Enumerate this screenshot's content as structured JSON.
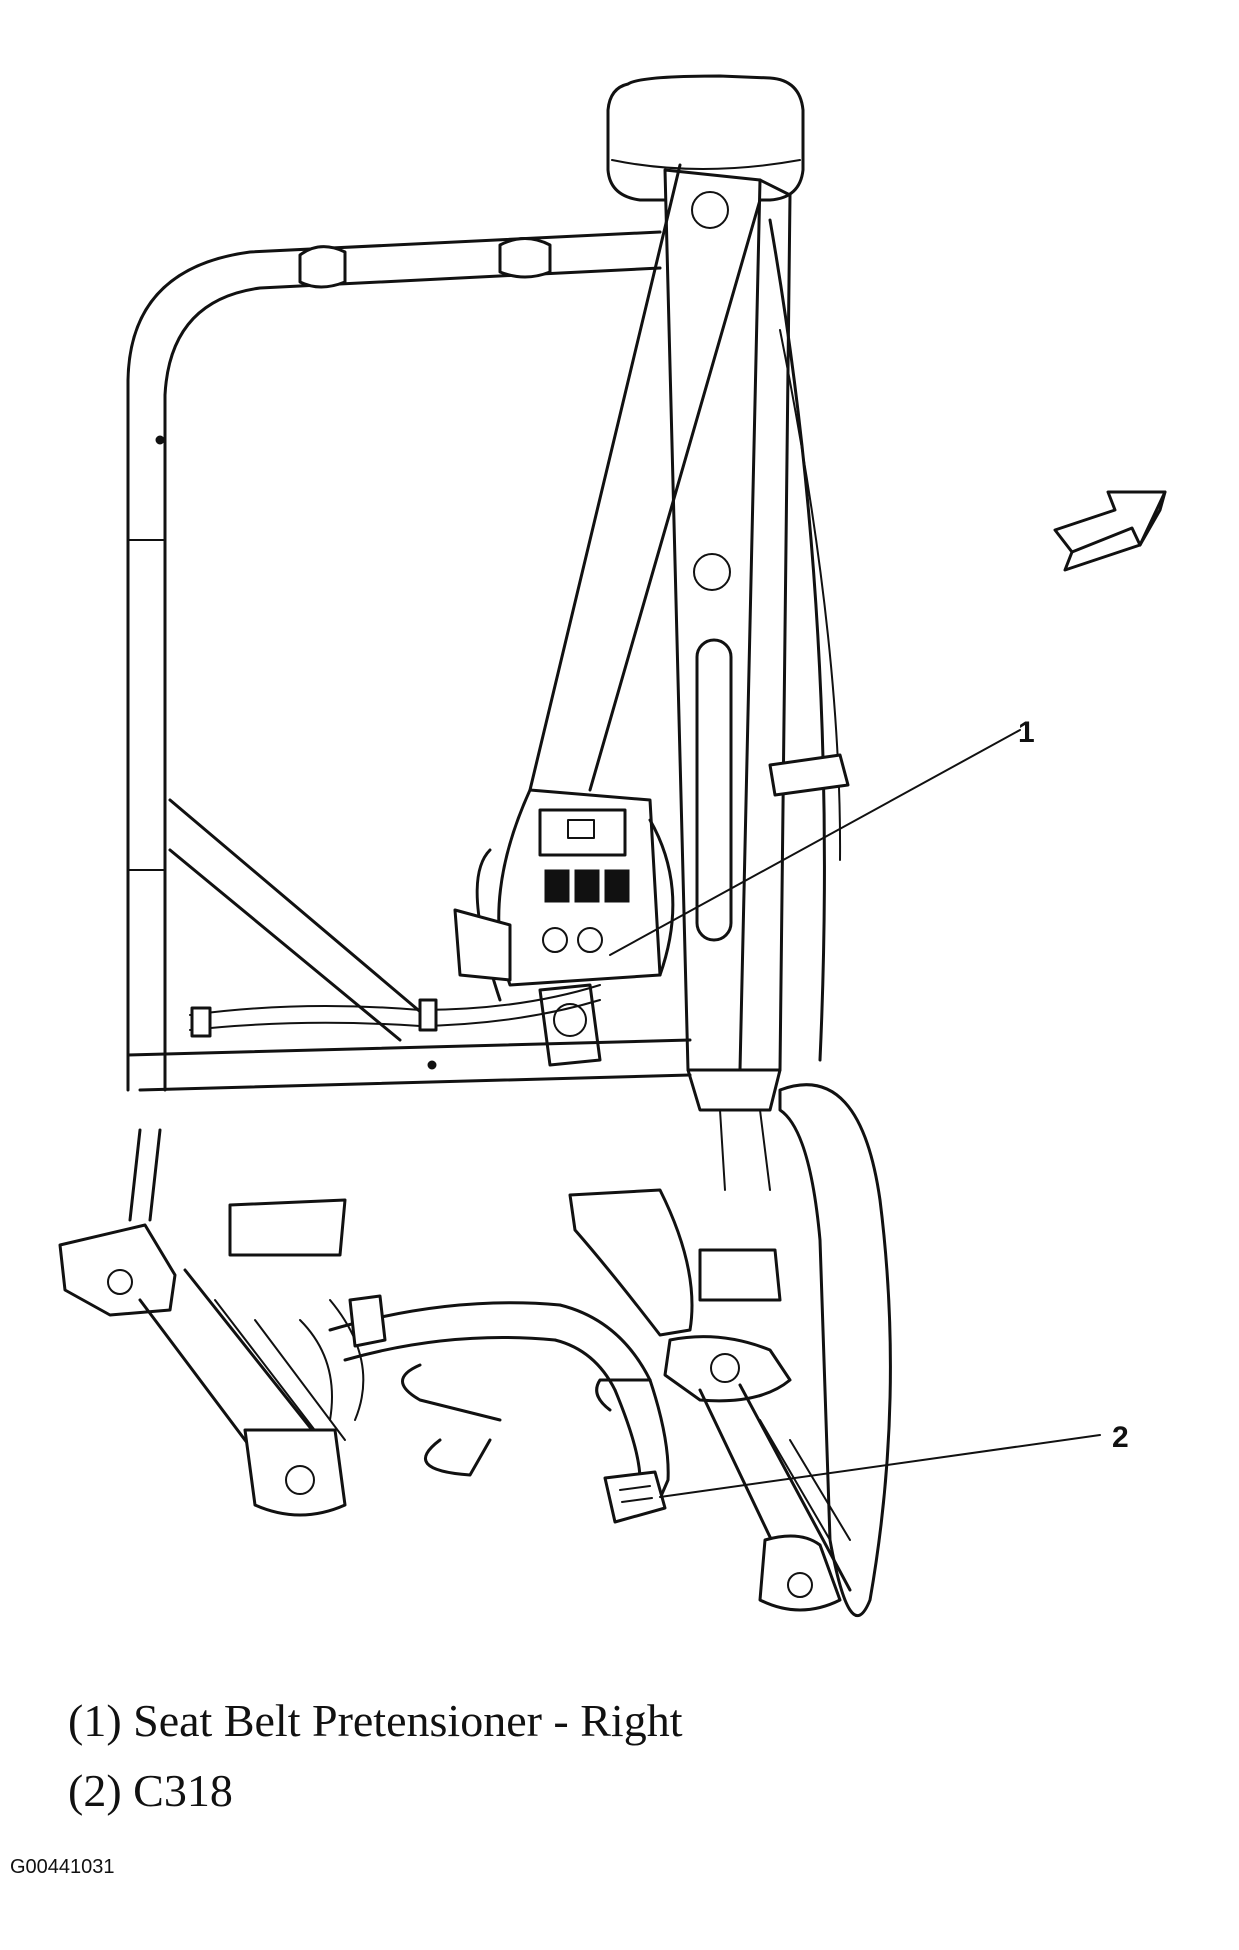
{
  "callouts": [
    {
      "number": "1",
      "label": "(1) Seat Belt Pretensioner - Right"
    },
    {
      "number": "2",
      "label": "(2) C318"
    }
  ],
  "figure_id": "G00441031",
  "icons": [
    "direction-arrow-icon"
  ],
  "colors": {
    "line": "#111111",
    "background": "#ffffff"
  }
}
